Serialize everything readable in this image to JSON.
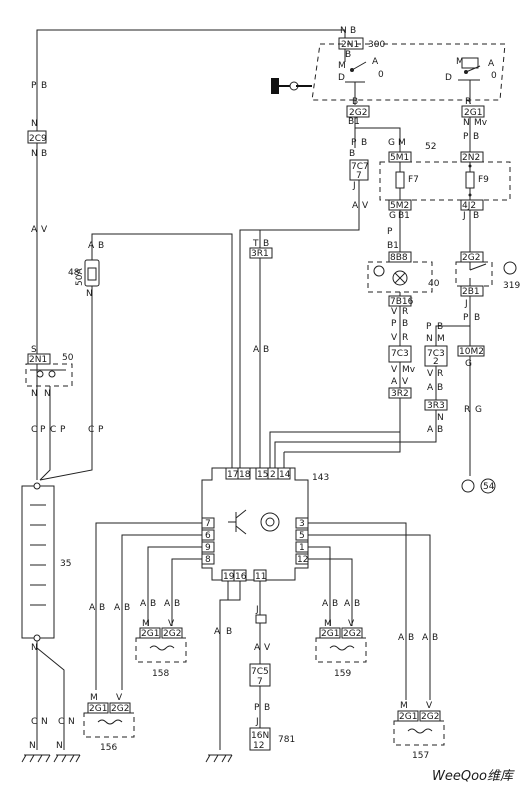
{
  "components": {
    "n300": "300",
    "n52": "52",
    "n48": "48",
    "n40": "40",
    "n319": "319",
    "n50": "50",
    "n143": "143",
    "n54": "54",
    "n35": "35",
    "n158": "158",
    "n159": "159",
    "n156": "156",
    "n157": "157",
    "n781": "781"
  },
  "connectors": {
    "c_2n1": "2N1",
    "c_2g2_top": "2G2",
    "c_2g1_top": "2G1",
    "c_2c9": "2C9",
    "c_7c7": "7C7",
    "c_7c7_pin": "7",
    "c_5m1": "5M1",
    "c_5m2": "5M2",
    "c_2n2": "2N2",
    "c_4j2": "4J2",
    "c_f7": "F7",
    "c_f9": "F9",
    "c_3r1": "3R1",
    "c_8b8": "8B8",
    "c_7b16": "7B16",
    "c_7c3a": "7C3",
    "c_7c3b": "7C3",
    "c_7c3b_pin": "2",
    "c_3r2": "3R2",
    "c_3r3": "3R3",
    "c_10m2": "10M2",
    "c_2g2_319": "2G2",
    "c_2b1": "2B1",
    "c_2n1_50": "2N1",
    "c_7c5": "7C5",
    "c_7c5_pin": "7",
    "c_16n": "16N",
    "c_16n_pin": "12",
    "c_156a": "2G1",
    "c_156b": "2G2",
    "c_158a": "2G1",
    "c_158b": "2G2",
    "c_159a": "2G1",
    "c_159b": "2G2",
    "c_157a": "2G1",
    "c_157b": "2G2",
    "c_50a": "50A"
  },
  "pins143": {
    "p17": "17",
    "p18": "18",
    "p15": "15",
    "p2": "2",
    "p14": "14",
    "p7": "7",
    "p6": "6",
    "p9": "9",
    "p8": "8",
    "p3": "3",
    "p5": "5",
    "p1": "1",
    "p12": "12",
    "p19": "19",
    "p16": "16",
    "p11": "11"
  },
  "wires": {
    "n_b_top": "N",
    "b_top": "B",
    "p_left": "P",
    "b_left": "B",
    "n_2c9_top": "N",
    "n_2c9_bot": "N",
    "b_2c9": "B",
    "a_left": "A",
    "v_left": "V",
    "a48": "A",
    "b48": "B",
    "n48": "N",
    "s50": "S",
    "n50a": "N",
    "n50b": "N",
    "c1": "C",
    "p1": "P",
    "c2": "C",
    "p2": "P",
    "c3": "C",
    "p3": "P",
    "b_300": "B",
    "m_300": "M",
    "a_300": "A",
    "d_300": "D",
    "zero_300": "0",
    "m_300r": "M",
    "a_300r": "A",
    "d_300r": "D",
    "zero_300r": "0",
    "b_2g2": "B",
    "b1_2g2": "B1",
    "r_2g1": "R",
    "mv_2g1": "Mv",
    "n_2g1": "N",
    "p_7c7": "P",
    "b_7c7": "B",
    "gb_7c7": "B",
    "j_7c7": "J",
    "g_5m1": "G",
    "m_5m1": "M",
    "p_2n2": "P",
    "b_2n2": "B",
    "a_av": "A",
    "v_av": "V",
    "g_5m2": "G",
    "b1_5m2": "B1",
    "j_4j2": "J",
    "b_4j2": "B",
    "t_3r1": "T",
    "b_3r1": "B",
    "a_ab": "A",
    "b_ab": "B",
    "p_b1": "P",
    "b1_40": "B1",
    "v_7b16": "V",
    "r_7b16": "R",
    "p_7b": "P",
    "b_7b": "B",
    "v_7c3": "V",
    "r_7c3": "R",
    "v_mv": "V",
    "mv": "Mv",
    "a_3r2": "A",
    "v_3r2": "V",
    "p_b_mid": "P",
    "b_mid": "B",
    "n_7c3b": "N",
    "mv_7c3b": "M",
    "v_3r3": "V",
    "b_3r3": "B",
    "a_b_r": "A",
    "b_r": "B",
    "n_3r3": "N",
    "j_319": "J",
    "p_319": "P",
    "b_319": "B",
    "g_10m2": "G",
    "r_54": "R",
    "g_54": "G",
    "ab_143": "A",
    "bb_143": "B",
    "j_7c5": "J",
    "a_7c5": "A",
    "v_7c5": "V",
    "p_781": "P",
    "b_781": "B",
    "j_781": "J",
    "a156": "A",
    "b156": "B",
    "a156b": "A",
    "b156b": "B",
    "m156": "M",
    "v156": "V",
    "a158": "A",
    "b158": "B",
    "a158b": "A",
    "b158b": "B",
    "m158": "M",
    "v158": "V",
    "a159": "A",
    "b159": "B",
    "a159b": "A",
    "b159b": "B",
    "m159": "M",
    "v159": "V",
    "a157": "A",
    "b157": "B",
    "a157b": "A",
    "b157b": "B",
    "m157": "M",
    "v157": "V",
    "cn1": "C",
    "nn1": "N",
    "cn2": "C",
    "nn2": "N",
    "n35": "N",
    "nb1": "N",
    "nb2": "N"
  },
  "watermark": "WeeQoo维库"
}
